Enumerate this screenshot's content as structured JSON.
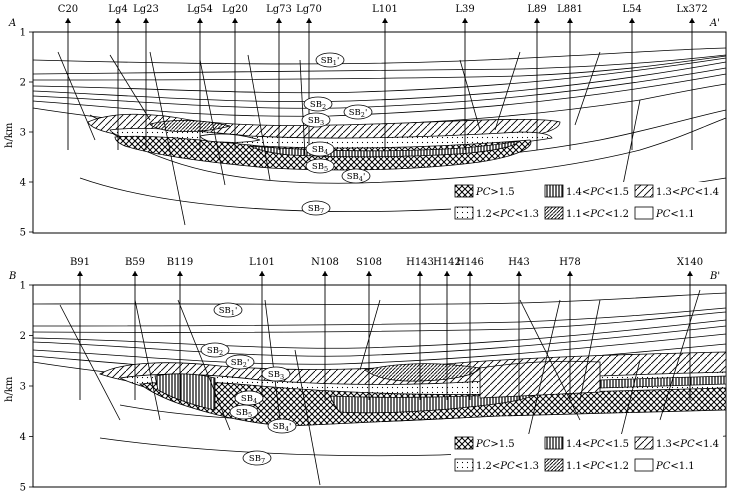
{
  "panel_top": {
    "section_start": "A",
    "section_end": "A'",
    "wells": [
      "C20",
      "Lg4",
      "Lg23",
      "Lg54",
      "Lg20",
      "Lg73",
      "Lg70",
      "L101",
      "L39",
      "L89",
      "L881",
      "L54",
      "Lx372"
    ],
    "depth_ticks": [
      "1",
      "2",
      "3",
      "4",
      "5"
    ],
    "depth_axis_label": "h/km",
    "sb_labels": [
      "SB1'",
      "SB2",
      "SB2'",
      "SB3",
      "SB4",
      "SB5",
      "SB4'",
      "SB7"
    ]
  },
  "panel_bottom": {
    "section_start": "B",
    "section_end": "B'",
    "wells": [
      "B91",
      "B59",
      "B119",
      "L101",
      "N108",
      "S108",
      "H143",
      "H142",
      "H146",
      "H43",
      "H78",
      "X140"
    ],
    "depth_ticks": [
      "1",
      "2",
      "3",
      "4",
      "5"
    ],
    "depth_axis_label": "h/km",
    "sb_labels": [
      "SB1'",
      "SB2",
      "SB2'",
      "SB3",
      "SB4",
      "SB5",
      "SB4'",
      "SB7"
    ]
  },
  "legend": [
    {
      "label": "PC>1.5",
      "pattern": "crosshatch"
    },
    {
      "label": "1.4<PC<1.5",
      "pattern": "vertical"
    },
    {
      "label": "1.3<PC<1.4",
      "pattern": "diag-sparse"
    },
    {
      "label": "1.2<PC<1.3",
      "pattern": "dots"
    },
    {
      "label": "1.1<PC<1.2",
      "pattern": "diag-dense"
    },
    {
      "label": "PC<1.1",
      "pattern": "blank"
    }
  ]
}
